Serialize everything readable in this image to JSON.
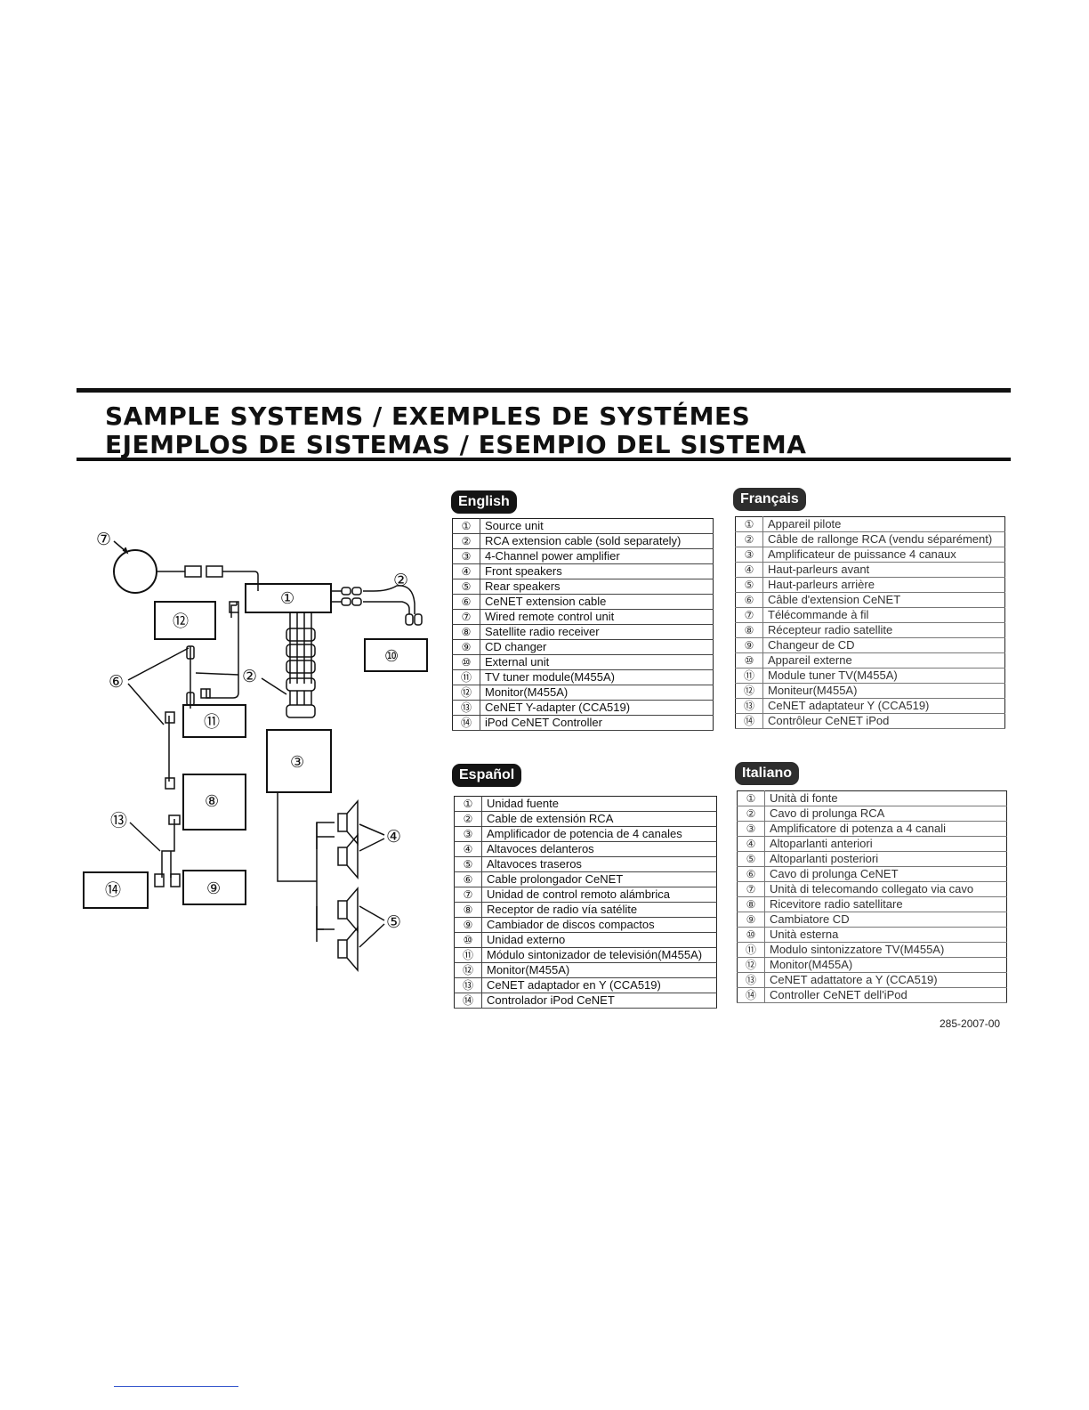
{
  "title": {
    "line1": "SAMPLE SYSTEMS / EXEMPLES DE SYSTÉMES",
    "line2": "EJEMPLOS DE SISTEMAS / ESEMPIO DEL SISTEMA"
  },
  "diagram": {
    "markers": [
      "①",
      "②",
      "③",
      "④",
      "⑤",
      "⑥",
      "⑦",
      "⑧",
      "⑨",
      "⑩",
      "⑪",
      "⑫",
      "⑬",
      "⑭"
    ]
  },
  "legends": [
    {
      "language": "English",
      "items": [
        {
          "num": "①",
          "label": "Source unit"
        },
        {
          "num": "②",
          "label": "RCA extension cable (sold separately)"
        },
        {
          "num": "③",
          "label": "4-Channel power amplifier"
        },
        {
          "num": "④",
          "label": "Front speakers"
        },
        {
          "num": "⑤",
          "label": "Rear speakers"
        },
        {
          "num": "⑥",
          "label": "CeNET extension cable"
        },
        {
          "num": "⑦",
          "label": "Wired remote control unit"
        },
        {
          "num": "⑧",
          "label": "Satellite radio receiver"
        },
        {
          "num": "⑨",
          "label": "CD changer"
        },
        {
          "num": "⑩",
          "label": "External unit"
        },
        {
          "num": "⑪",
          "label": "TV tuner module(M455A)"
        },
        {
          "num": "⑫",
          "label": "Monitor(M455A)"
        },
        {
          "num": "⑬",
          "label": "CeNET Y-adapter (CCA519)"
        },
        {
          "num": "⑭",
          "label": "iPod CeNET Controller"
        }
      ]
    },
    {
      "language": "Français",
      "items": [
        {
          "num": "①",
          "label": "Appareil pilote"
        },
        {
          "num": "②",
          "label": "Câble de rallonge RCA (vendu séparément)"
        },
        {
          "num": "③",
          "label": "Amplificateur de puissance 4 canaux"
        },
        {
          "num": "④",
          "label": "Haut-parleurs avant"
        },
        {
          "num": "⑤",
          "label": "Haut-parleurs arrière"
        },
        {
          "num": "⑥",
          "label": "Câble d'extension CeNET"
        },
        {
          "num": "⑦",
          "label": "Télécommande à fil"
        },
        {
          "num": "⑧",
          "label": "Récepteur radio satellite"
        },
        {
          "num": "⑨",
          "label": "Changeur de CD"
        },
        {
          "num": "⑩",
          "label": "Appareil externe"
        },
        {
          "num": "⑪",
          "label": "Module tuner TV(M455A)"
        },
        {
          "num": "⑫",
          "label": "Moniteur(M455A)"
        },
        {
          "num": "⑬",
          "label": "CeNET adaptateur Y (CCA519)"
        },
        {
          "num": "⑭",
          "label": "Contrôleur CeNET iPod"
        }
      ]
    },
    {
      "language": "Español",
      "items": [
        {
          "num": "①",
          "label": "Unidad fuente"
        },
        {
          "num": "②",
          "label": "Cable de extensión RCA"
        },
        {
          "num": "③",
          "label": "Amplificador de potencia de 4 canales"
        },
        {
          "num": "④",
          "label": "Altavoces delanteros"
        },
        {
          "num": "⑤",
          "label": "Altavoces traseros"
        },
        {
          "num": "⑥",
          "label": "Cable prolongador CeNET"
        },
        {
          "num": "⑦",
          "label": "Unidad de control remoto alámbrica"
        },
        {
          "num": "⑧",
          "label": "Receptor de radio vía satélite"
        },
        {
          "num": "⑨",
          "label": "Cambiador de discos compactos"
        },
        {
          "num": "⑩",
          "label": "Unidad externo"
        },
        {
          "num": "⑪",
          "label": "Módulo sintonizador de televisión(M455A)"
        },
        {
          "num": "⑫",
          "label": "Monitor(M455A)"
        },
        {
          "num": "⑬",
          "label": "CeNET adaptador en Y (CCA519)"
        },
        {
          "num": "⑭",
          "label": "Controlador iPod CeNET"
        }
      ]
    },
    {
      "language": "Italiano",
      "items": [
        {
          "num": "①",
          "label": "Unità di fonte"
        },
        {
          "num": "②",
          "label": "Cavo di prolunga RCA"
        },
        {
          "num": "③",
          "label": "Amplificatore di potenza a 4 canali"
        },
        {
          "num": "④",
          "label": "Altoparlanti anteriori"
        },
        {
          "num": "⑤",
          "label": "Altoparlanti posteriori"
        },
        {
          "num": "⑥",
          "label": "Cavo di prolunga CeNET"
        },
        {
          "num": "⑦",
          "label": "Unità di telecomando collegato via cavo"
        },
        {
          "num": "⑧",
          "label": "Ricevitore radio satellitare"
        },
        {
          "num": "⑨",
          "label": "Cambiatore CD"
        },
        {
          "num": "⑩",
          "label": "Unità esterna"
        },
        {
          "num": "⑪",
          "label": "Modulo sintonizzatore TV(M455A)"
        },
        {
          "num": "⑫",
          "label": "Monitor(M455A)"
        },
        {
          "num": "⑬",
          "label": "CeNET adattatore a Y (CCA519)"
        },
        {
          "num": "⑭",
          "label": "Controller CeNET dell'iPod"
        }
      ]
    }
  ],
  "document_number": "285-2007-00"
}
